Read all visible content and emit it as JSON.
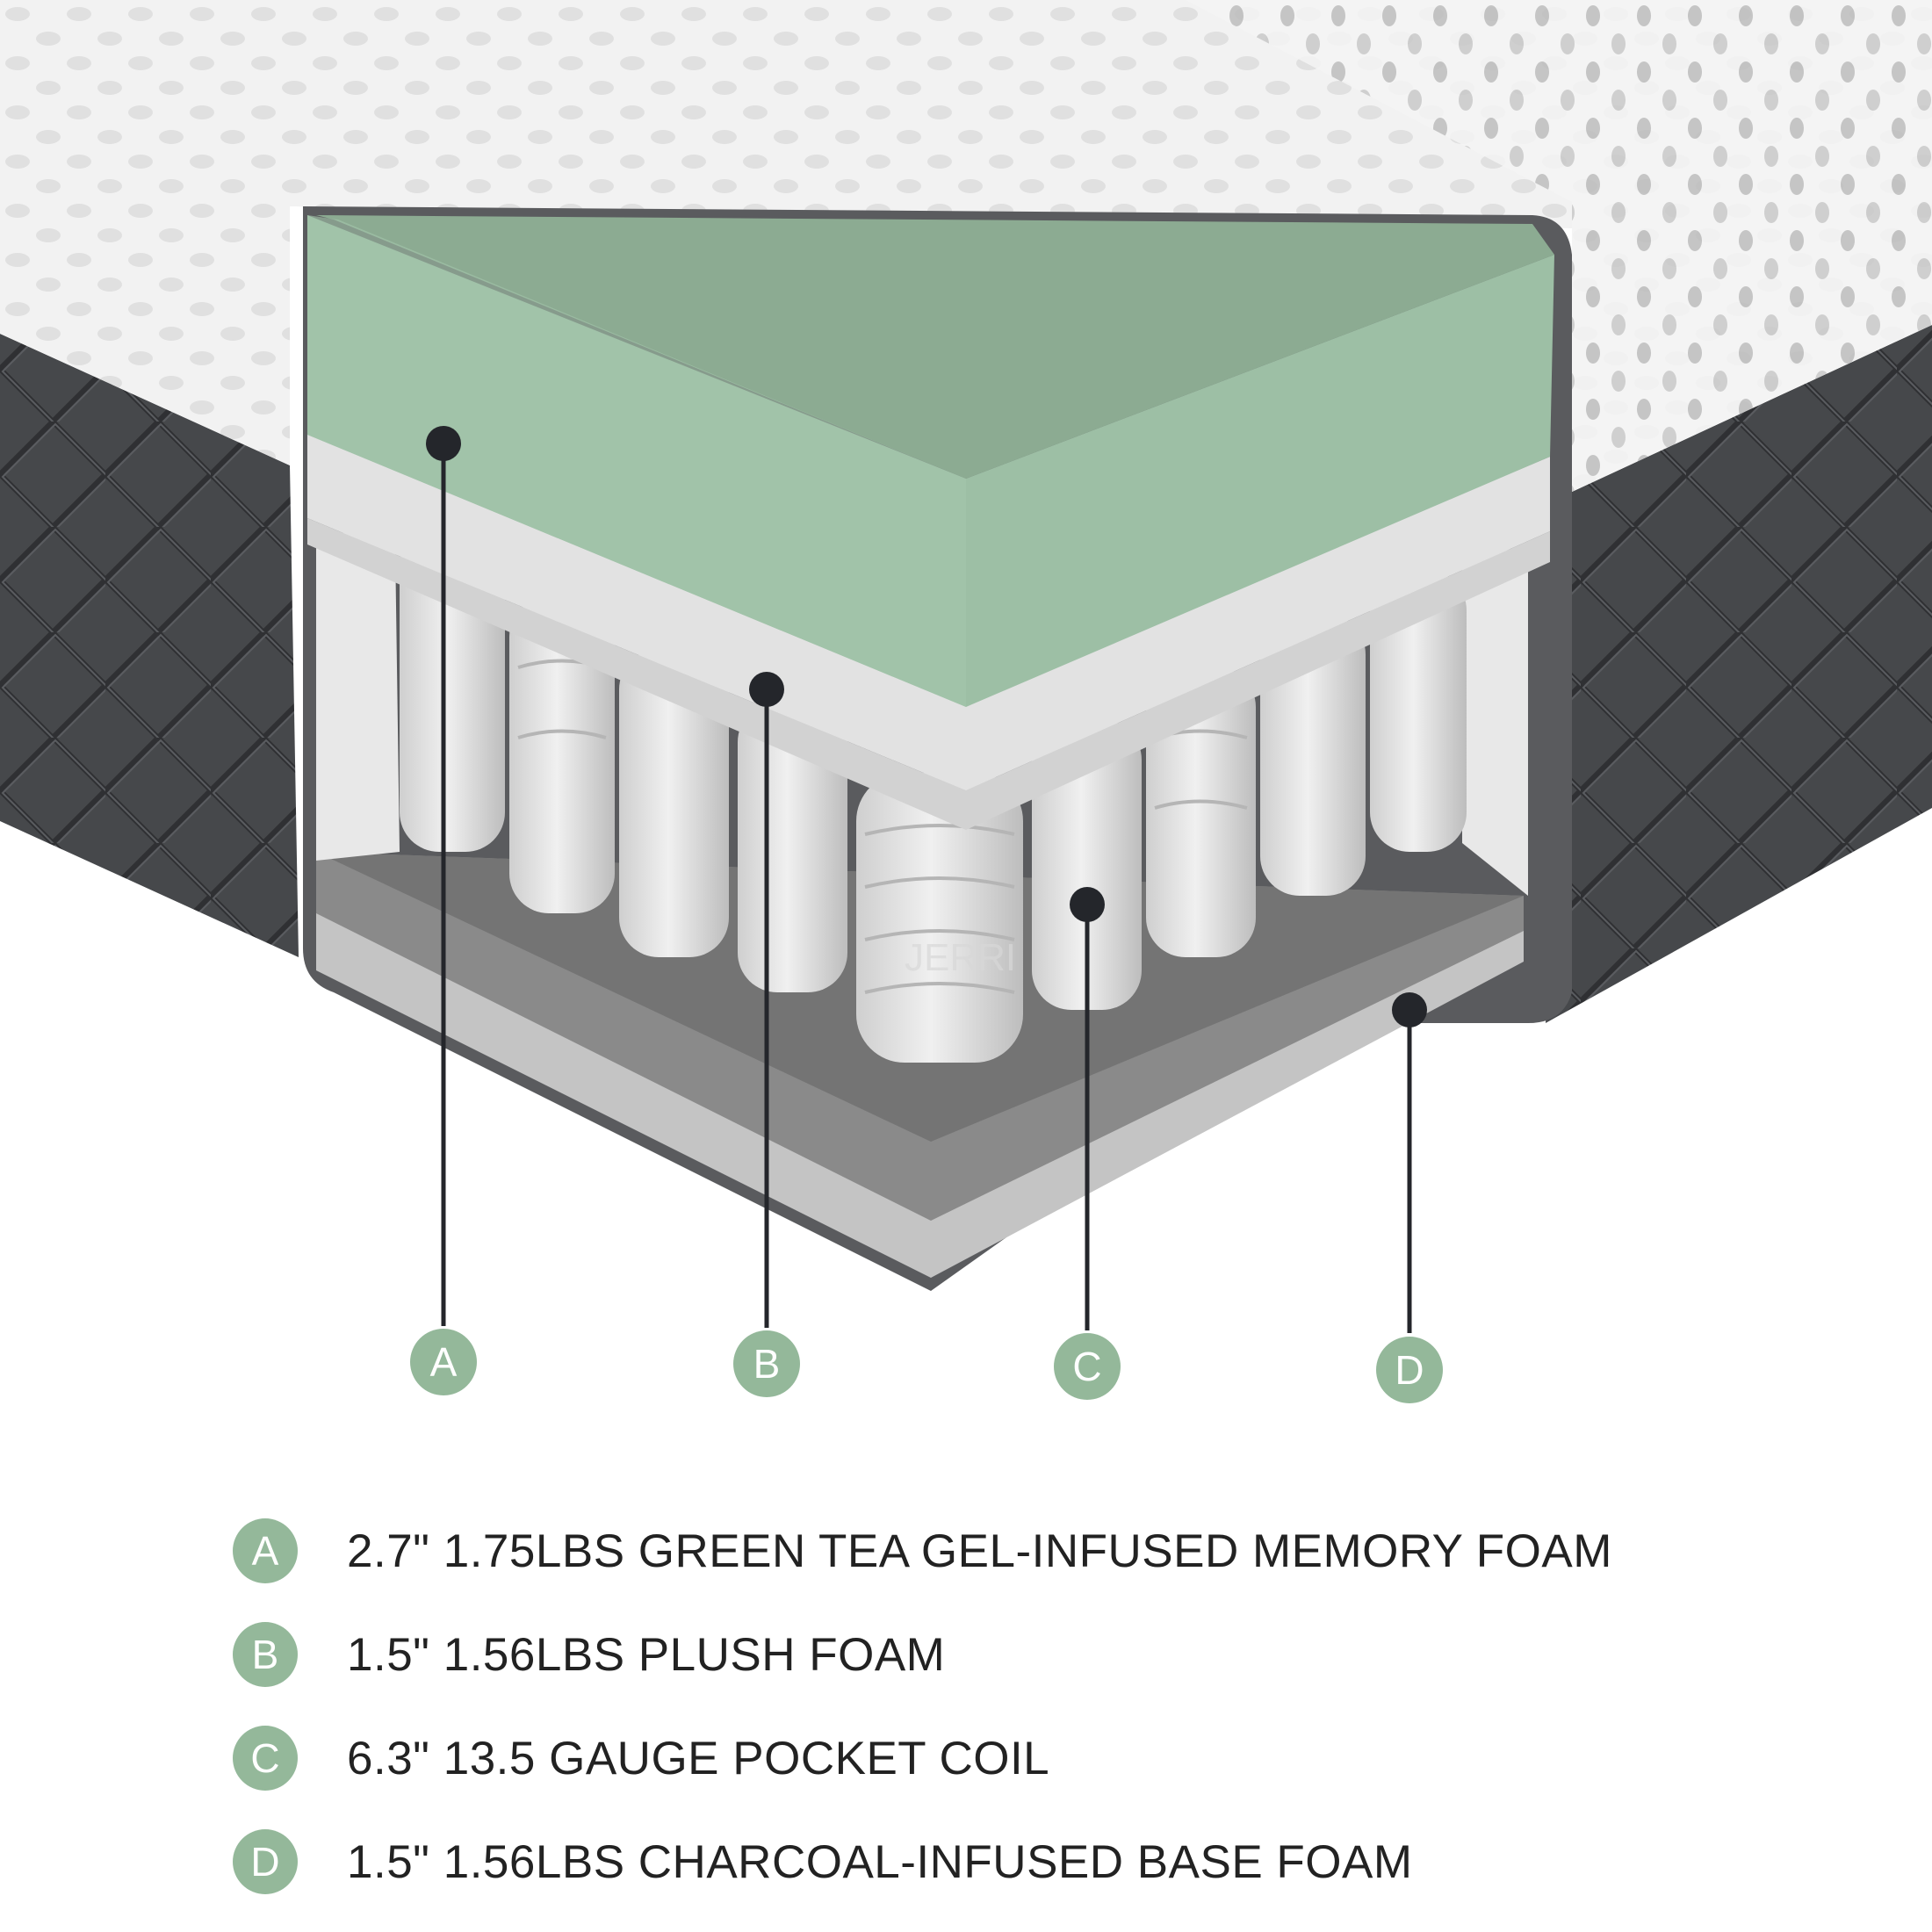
{
  "markers": [
    {
      "letter": "A"
    },
    {
      "letter": "B"
    },
    {
      "letter": "C"
    },
    {
      "letter": "D"
    }
  ],
  "legend": [
    {
      "letter": "A",
      "text": "2.7\" 1.75LBS GREEN TEA GEL-INFUSED MEMORY FOAM"
    },
    {
      "letter": "B",
      "text": "1.5\" 1.56LBS PLUSH FOAM"
    },
    {
      "letter": "C",
      "text": "6.3\" 13.5 GAUGE POCKET COIL"
    },
    {
      "letter": "D",
      "text": "1.5\" 1.56LBS CHARCOAL-INFUSED BASE FOAM"
    }
  ],
  "watermark": "JERRI",
  "colors": {
    "memory_foam": "#9dbfa5",
    "memory_foam_top": "#8cab92",
    "plush_foam": "#e2e2e2",
    "base_foam": "#7a7a7a",
    "cover_top": "#f3f3f3",
    "cover_side": "#46484b",
    "badge": "#94b89a",
    "pointer": "#24262b"
  }
}
